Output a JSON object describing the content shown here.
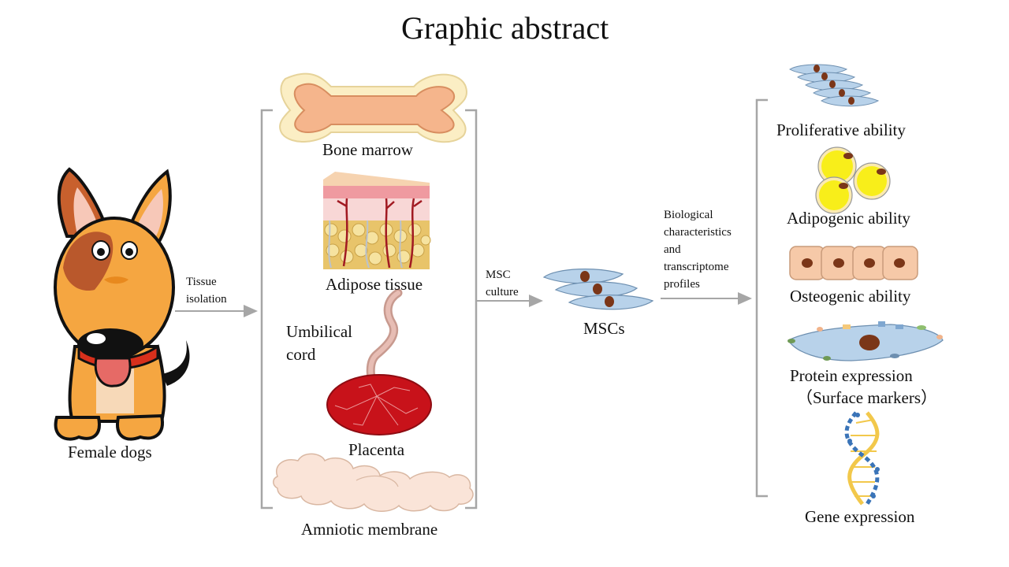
{
  "title": "Graphic abstract",
  "source": {
    "label": "Female dogs"
  },
  "arrows": [
    {
      "label_lines": [
        "Tissue",
        "isolation"
      ]
    },
    {
      "label_lines": [
        "MSC",
        "culture"
      ]
    },
    {
      "label_lines": [
        "Biological",
        "characteristics",
        "and",
        "transcriptome",
        "profiles"
      ]
    }
  ],
  "tissues": [
    {
      "label": "Bone marrow",
      "icon": "bone-icon"
    },
    {
      "label": "Adipose tissue",
      "icon": "adipose-tissue-icon"
    },
    {
      "label_lines": [
        "Umbilical",
        "cord"
      ],
      "icon": "umbilical-cord-icon"
    },
    {
      "label": "Placenta",
      "icon": "placenta-icon"
    },
    {
      "label": "Amniotic membrane",
      "icon": "amniotic-membrane-icon"
    }
  ],
  "msc": {
    "label": "MSCs",
    "icon": "msc-cells-icon"
  },
  "outcomes": [
    {
      "label": "Proliferative ability",
      "icon": "proliferating-cells-icon"
    },
    {
      "label": "Adipogenic ability",
      "icon": "adipocytes-icon"
    },
    {
      "label": "Osteogenic ability",
      "icon": "osteocytes-icon"
    },
    {
      "label": "Protein expression",
      "label2": "（Surface markers）",
      "icon": "surface-marker-cell-icon"
    },
    {
      "label": "Gene expression",
      "icon": "dna-helix-icon"
    }
  ],
  "colors": {
    "arrow": "#a6a6a6",
    "bracket": "#a6a6a6",
    "cell_fill": "#b8d2ea",
    "nucleus": "#7b3618",
    "dog_orange": "#f5a641",
    "placenta": "#c8121a"
  }
}
